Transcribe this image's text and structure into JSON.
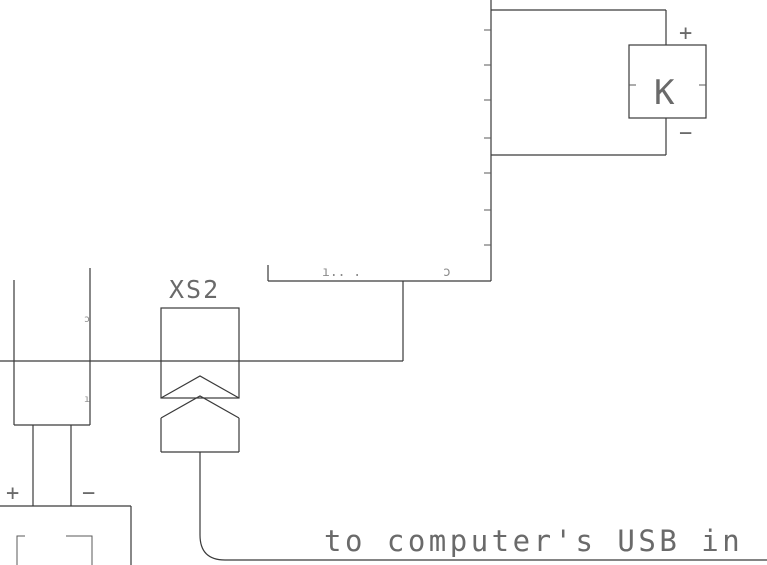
{
  "diagram": {
    "relay": {
      "letter": "K",
      "plus": "+",
      "minus": "−"
    },
    "connector": {
      "name": "XS2"
    },
    "power": {
      "plus": "+",
      "minus": "−"
    },
    "usb_caption": "to computer's USB in"
  }
}
